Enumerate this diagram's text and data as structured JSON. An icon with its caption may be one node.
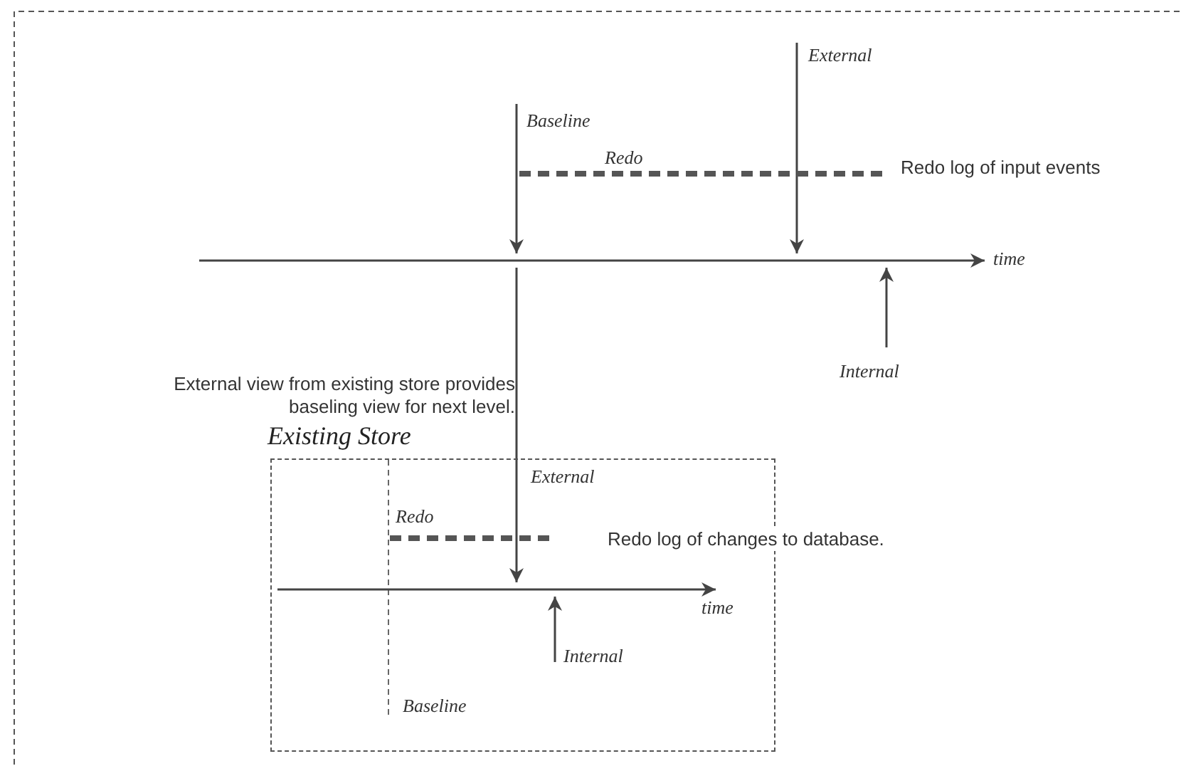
{
  "diagram": {
    "nodes": [
      {
        "text": [
          "time"
        ]
      },
      {
        "text": [
          "Existing Store"
        ]
      },
      {
        "text": [
          "time"
        ],
        "in": 1
      }
    ],
    "edges": [
      {
        "from": null,
        "to": 0,
        "arrow": "to",
        "label": "Baseline"
      },
      {
        "from": null,
        "to": 0,
        "arrow": "to",
        "label": "External"
      },
      {
        "from": null,
        "to": 0,
        "arrow": "to",
        "label": "Internal"
      },
      {
        "from": 0,
        "to": 2,
        "arrow": "to",
        "label": "External"
      },
      {
        "from": null,
        "to": 2,
        "arrow": "to",
        "label": "Internal"
      }
    ],
    "labels": [
      "Redo",
      "Redo log of input events",
      "External view from existing store provides baseling view for next level.",
      "Redo",
      "Redo log of changes to database.",
      "Baseline"
    ]
  }
}
